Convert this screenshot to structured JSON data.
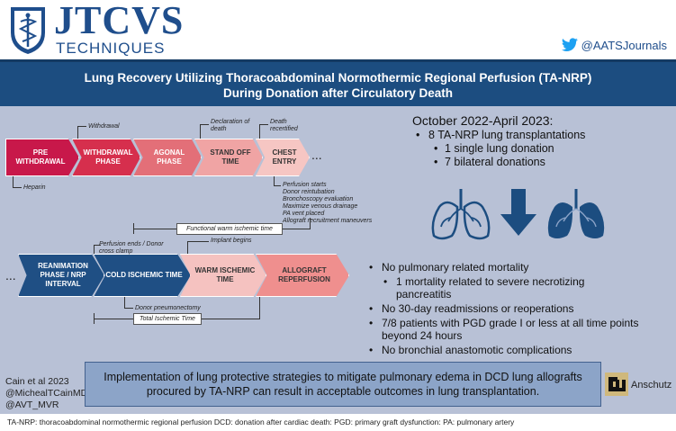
{
  "header": {
    "journal": "JTCVS",
    "subtitle": "TECHNIQUES",
    "twitter_handle": "@AATSJournals"
  },
  "title": {
    "line1": "Lung Recovery Utilizing Thoracoabdominal Normothermic Regional Perfusion (TA-NRP)",
    "line2": "During Donation after Circulatory Death"
  },
  "timeline1": {
    "phases": [
      {
        "label": "PRE WITHDRAWAL",
        "color": "#c8184a"
      },
      {
        "label": "WITHDRAWAL PHASE",
        "color": "#d62f4d"
      },
      {
        "label": "AGONAL PHASE",
        "color": "#e36f78"
      },
      {
        "label": "STAND OFF TIME",
        "color": "#f0a4a4"
      },
      {
        "label": "CHEST ENTRY",
        "color": "#f6c6c3"
      }
    ],
    "ellipsis": "...",
    "events_above": [
      "Withdrawal",
      "Declaration of death",
      "Death recertified"
    ],
    "heparin": "Heparin",
    "perfusion_notes": [
      "Perfusion starts",
      "Donor reintubation",
      "Bronchoscopy evaluation",
      "Maximize venous drainage",
      "PA vent placed",
      "Allograft recruitment maneuvers"
    ],
    "functional_wit": "Functional warm ischemic time"
  },
  "timeline2": {
    "lead": "...",
    "phases": [
      {
        "label": "REANIMATION PHASE / NRP INTERVAL",
        "color": "#1f4f84"
      },
      {
        "label": "COLD ISCHEMIC TIME",
        "color": "#1f4f84"
      },
      {
        "label": "WARM ISCHEMIC TIME",
        "color": "#f5c2c0"
      },
      {
        "label": "ALLOGRAFT REPERFUSION",
        "color": "#ef8f8e"
      }
    ],
    "events_above": [
      "Perfusion ends / Donor cross clamp",
      "Implant begins"
    ],
    "donor_pneumonectomy": "Donor pneumonectomy",
    "total_it": "Total Ischemic Time"
  },
  "stats": {
    "heading": "October 2022-April 2023:",
    "lines": [
      "8 TA-NRP lung transplantations",
      "1 single lung donation",
      "7 bilateral donations"
    ]
  },
  "results": [
    {
      "text": "No pulmonary related mortality",
      "indent": false
    },
    {
      "text": "1 mortality related to severe necrotizing pancreatitis",
      "indent": true
    },
    {
      "text": "No 30-day readmissions or reoperations",
      "indent": false
    },
    {
      "text": "7/8 patients with PGD grade I or less at all time points beyond 24 hours",
      "indent": false
    },
    {
      "text": "No bronchial anastomotic complications",
      "indent": false
    }
  ],
  "conclusion": {
    "line1": "Implementation of lung protective strategies to mitigate pulmonary edema in DCD lung allografts",
    "line2": "procured by TA-NRP can result in acceptable outcomes in lung transplantation."
  },
  "citation": [
    "Cain et al 2023",
    "@MichealTCainMD",
    "@AVT_MVR"
  ],
  "anschutz": "Anschutz",
  "footer": "TA-NRP: thoracoabdominal normothermic regional perfusion DCD: donation after cardiac death: PGD: primary graft dysfunction: PA: pulmonary artery",
  "colors": {
    "navy": "#1c4d80",
    "panel": "#b8c1d6",
    "conclusion_bg": "#8ca4c8"
  },
  "icons": [
    "seal-icon",
    "twitter-bird-icon",
    "lungs-icon",
    "down-arrow-icon",
    "cu-logo-icon"
  ]
}
